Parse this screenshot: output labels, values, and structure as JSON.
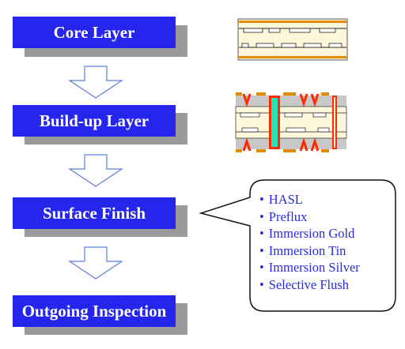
{
  "steps": [
    {
      "label": "Core Layer"
    },
    {
      "label": "Build-up Layer"
    },
    {
      "label": "Surface Finish"
    },
    {
      "label": "Outgoing Inspection"
    }
  ],
  "surface_finish_options": [
    {
      "label": "HASL"
    },
    {
      "label": "Preflux"
    },
    {
      "label": "Immersion Gold"
    },
    {
      "label": "Immersion Tin"
    },
    {
      "label": "Immersion Silver"
    },
    {
      "label": "Selective Flush"
    }
  ],
  "colors": {
    "step_fill": "#2525ee",
    "step_shadow": "#9a9a9a",
    "step_text": "#ffffff",
    "arrow_stroke": "#5a7ed8",
    "list_text": "#2a2ae0",
    "board_orange": "#e68a00",
    "board_cream": "#fff7da",
    "copper_red": "#ff2a00",
    "via_cyan": "#22e6b8",
    "dielectric_gray": "#c8c8c8"
  },
  "icons": [
    "core-layer-cross-section",
    "build-up-layer-cross-section",
    "down-arrow"
  ]
}
